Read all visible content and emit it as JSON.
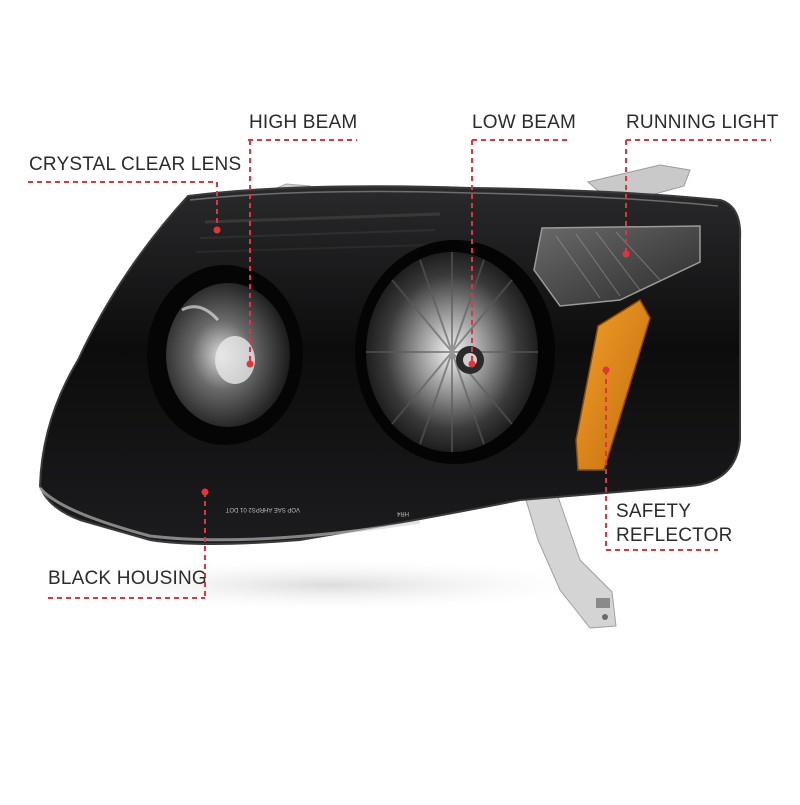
{
  "callouts": {
    "crystal_clear_lens": "CRYSTAL CLEAR LENS",
    "high_beam": "HIGH BEAM",
    "low_beam": "LOW BEAM",
    "running_light": "RUNNING LIGHT",
    "black_housing": "BLACK HOUSING",
    "safety_reflector_line1": "SAFETY",
    "safety_reflector_line2": "REFLECTOR"
  },
  "lens_markings": {
    "dot_text": "VOP SAE AHRPS2 01 DOT",
    "small_text": "HR4"
  },
  "colors": {
    "accent": "#e3343b",
    "housing": "#0f0f10",
    "text": "#2b2b2b",
    "reflector": "#e38a1a"
  }
}
